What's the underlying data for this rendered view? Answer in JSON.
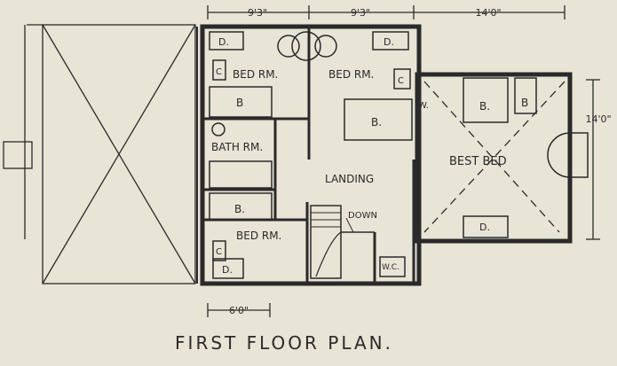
{
  "title": "FIRST FLOOR PLAN.",
  "dimensions": {
    "top_1": "9'3\"",
    "top_2": "9'3\"",
    "top_3": "14'0\"",
    "right": "14'0\"",
    "bottom": "6'0\""
  },
  "rooms": {
    "bed_rm_1": "BED RM.",
    "bed_rm_2": "BED RM.",
    "bath_rm": "BATH RM.",
    "landing": "LANDING",
    "best_bed": "BEST BED",
    "bed_rm_3": "BED RM.",
    "wc": "W.C."
  },
  "fixtures": {
    "d1": "D.",
    "d2": "D.",
    "d3": "D.",
    "d4": "D.",
    "b1": "B",
    "b2": "B.",
    "b3": "B.",
    "b4": "B",
    "b5": "B.",
    "c1": "C",
    "c2": "C",
    "c3": "C",
    "w": "W.",
    "down": "DOWN"
  },
  "colors": {
    "paper": "#e8e4d6",
    "ink": "#2a2a2a"
  }
}
